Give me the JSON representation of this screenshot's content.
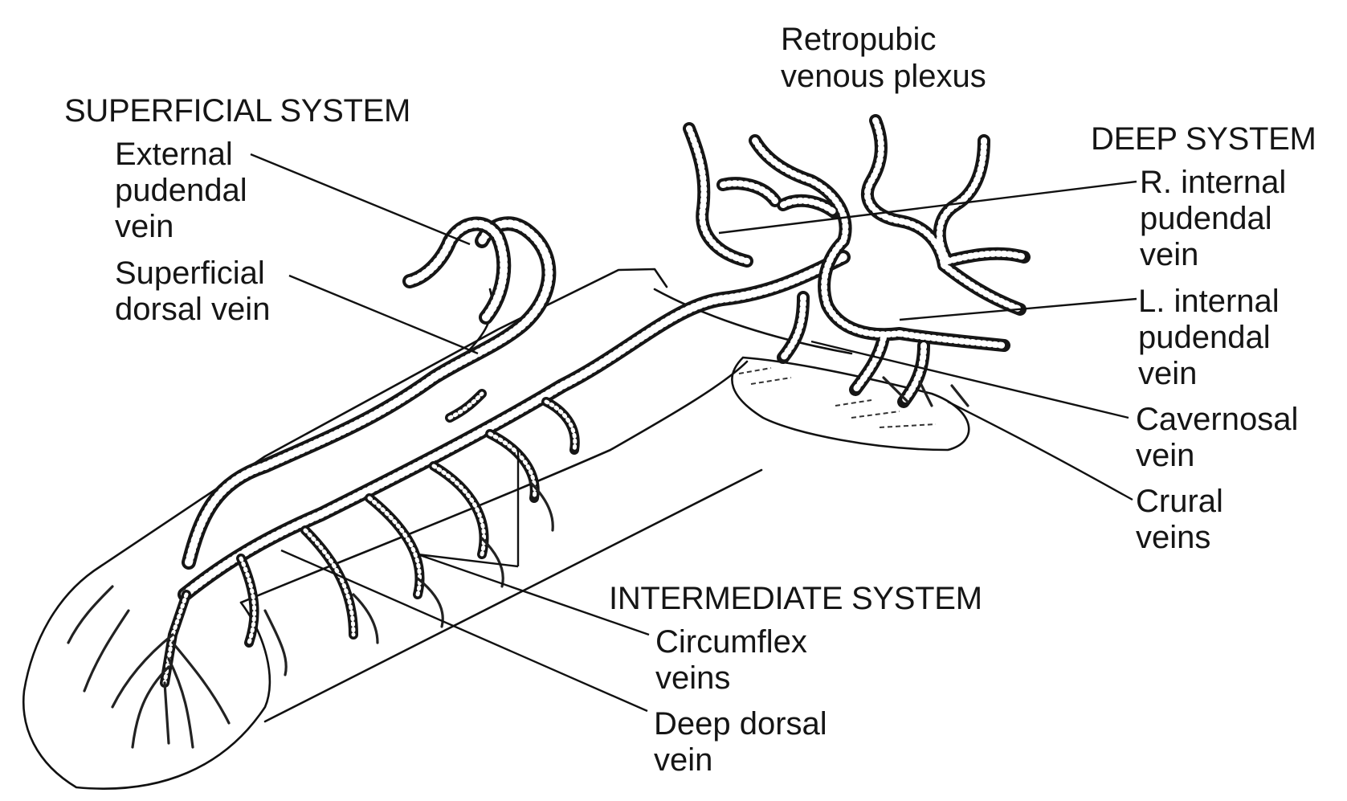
{
  "labels": {
    "retropubic": [
      "Retropubic",
      "venous plexus"
    ],
    "superficial_system": "SUPERFICIAL SYSTEM",
    "external_pudendal": [
      "External",
      "pudendal",
      "vein"
    ],
    "superficial_dorsal": [
      "Superficial",
      "dorsal vein"
    ],
    "deep_system": "DEEP SYSTEM",
    "r_internal_pudendal": [
      "R. internal",
      "pudendal",
      "vein"
    ],
    "l_internal_pudendal": [
      "L. internal",
      "pudendal",
      "vein"
    ],
    "cavernosal": [
      "Cavernosal",
      "vein"
    ],
    "crural": [
      "Crural",
      "veins"
    ],
    "intermediate_system": "INTERMEDIATE SYSTEM",
    "circumflex": [
      "Circumflex",
      "veins"
    ],
    "deep_dorsal": [
      "Deep dorsal",
      "vein"
    ]
  }
}
